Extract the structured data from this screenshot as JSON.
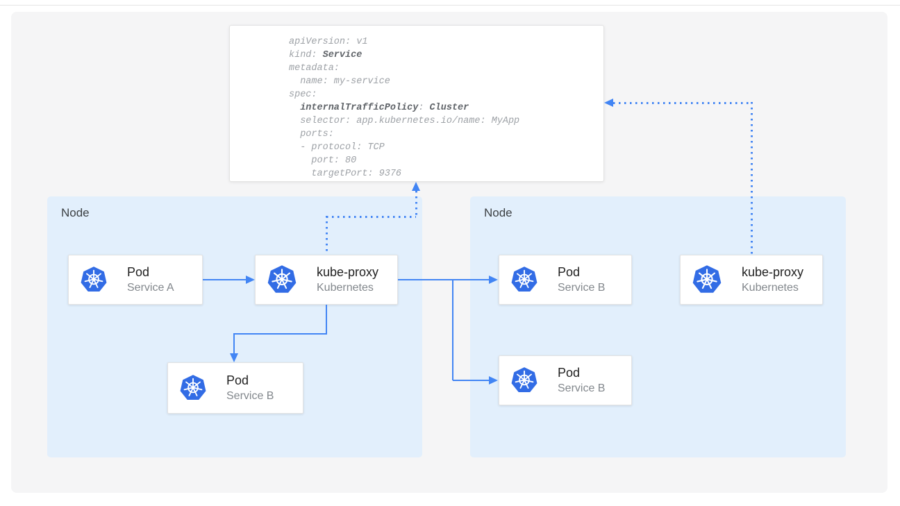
{
  "diagram": {
    "yaml_card": {
      "lines": [
        {
          "s": [
            {
              "t": "apiVersion: v1"
            }
          ]
        },
        {
          "s": [
            {
              "t": "kind: "
            },
            {
              "t": "Service",
              "b": true
            }
          ]
        },
        {
          "s": [
            {
              "t": "metadata:"
            }
          ]
        },
        {
          "s": [
            {
              "t": "  name: my-service"
            }
          ]
        },
        {
          "s": [
            {
              "t": "spec:"
            }
          ]
        },
        {
          "s": [
            {
              "t": "  "
            },
            {
              "t": "internalTrafficPolicy",
              "b": true
            },
            {
              "t": ": "
            },
            {
              "t": "Cluster",
              "b": true
            }
          ]
        },
        {
          "s": [
            {
              "t": "  selector: app.kubernetes.io/name: MyApp"
            }
          ]
        },
        {
          "s": [
            {
              "t": "  ports:"
            }
          ]
        },
        {
          "s": [
            {
              "t": "  - protocol: TCP"
            }
          ]
        },
        {
          "s": [
            {
              "t": "    port: 80"
            }
          ]
        },
        {
          "s": [
            {
              "t": "    targetPort: 9376"
            }
          ]
        }
      ]
    },
    "nodes": {
      "left": {
        "label": "Node"
      },
      "right": {
        "label": "Node"
      }
    },
    "cards": {
      "pod_a": {
        "title": "Pod",
        "subtitle": "Service A"
      },
      "kube_proxy_left": {
        "title": "kube-proxy",
        "subtitle": "Kubernetes"
      },
      "pod_b_left": {
        "title": "Pod",
        "subtitle": "Service B"
      },
      "pod_b_right_top": {
        "title": "Pod",
        "subtitle": "Service B"
      },
      "pod_b_right_bottom": {
        "title": "Pod",
        "subtitle": "Service B"
      },
      "kube_proxy_right": {
        "title": "kube-proxy",
        "subtitle": "Kubernetes"
      }
    },
    "icons": {
      "kubernetes": "kubernetes-helm-icon"
    },
    "colors": {
      "canvas_bg": "#f5f5f6",
      "node_bg": "#e2effc",
      "arrow_blue": "#4285f4",
      "kubernetes_blue": "#326ce5",
      "card_border": "#e3e3e3",
      "card_title": "#212121",
      "card_subtitle": "#82878c",
      "node_label": "#3c4043",
      "code_text": "#9da1a6",
      "code_bold": "#5f6368"
    }
  }
}
